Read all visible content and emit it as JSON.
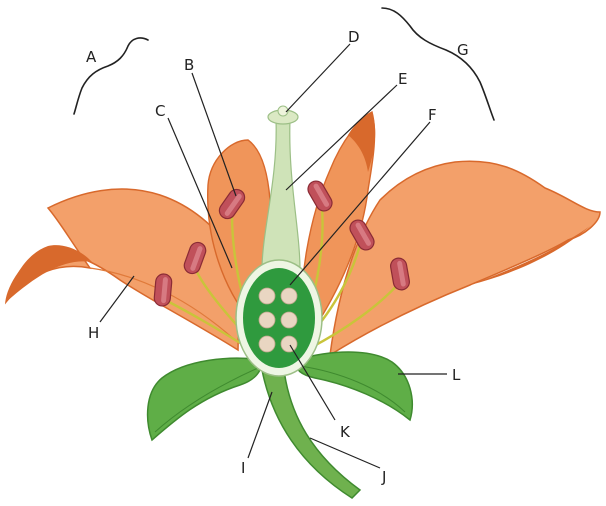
{
  "labels": {
    "A": "A",
    "B": "B",
    "C": "C",
    "D": "D",
    "E": "E",
    "F": "F",
    "G": "G",
    "H": "H",
    "I": "I",
    "J": "J",
    "K": "K",
    "L": "L"
  },
  "colors": {
    "petal": "#f3a06a",
    "petal_dark": "#e07a3a",
    "petal_shadow": "#d8692c",
    "sepal": "#5fae47",
    "sepal_dark": "#3f8a2f",
    "stem": "#6fb14e",
    "style": "#cfe3b8",
    "ovary_outer": "#eef6e4",
    "ovary_inner": "#2f9a3e",
    "anther": "#c0505a",
    "filament": "#c9c43a",
    "label_text": "#222222"
  }
}
